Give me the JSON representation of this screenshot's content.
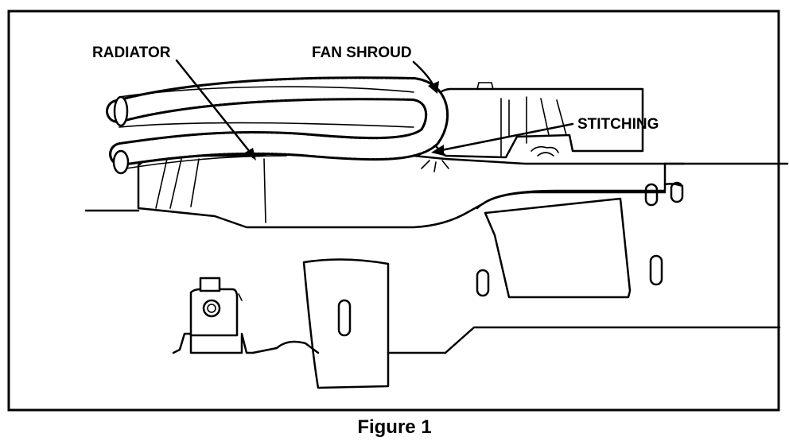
{
  "labels": {
    "radiator": "RADIATOR",
    "fan_shroud": "FAN SHROUD",
    "stitching": "STITCHING"
  },
  "caption": "Figure 1",
  "colors": {
    "ink": "#000000",
    "paper": "#ffffff"
  }
}
